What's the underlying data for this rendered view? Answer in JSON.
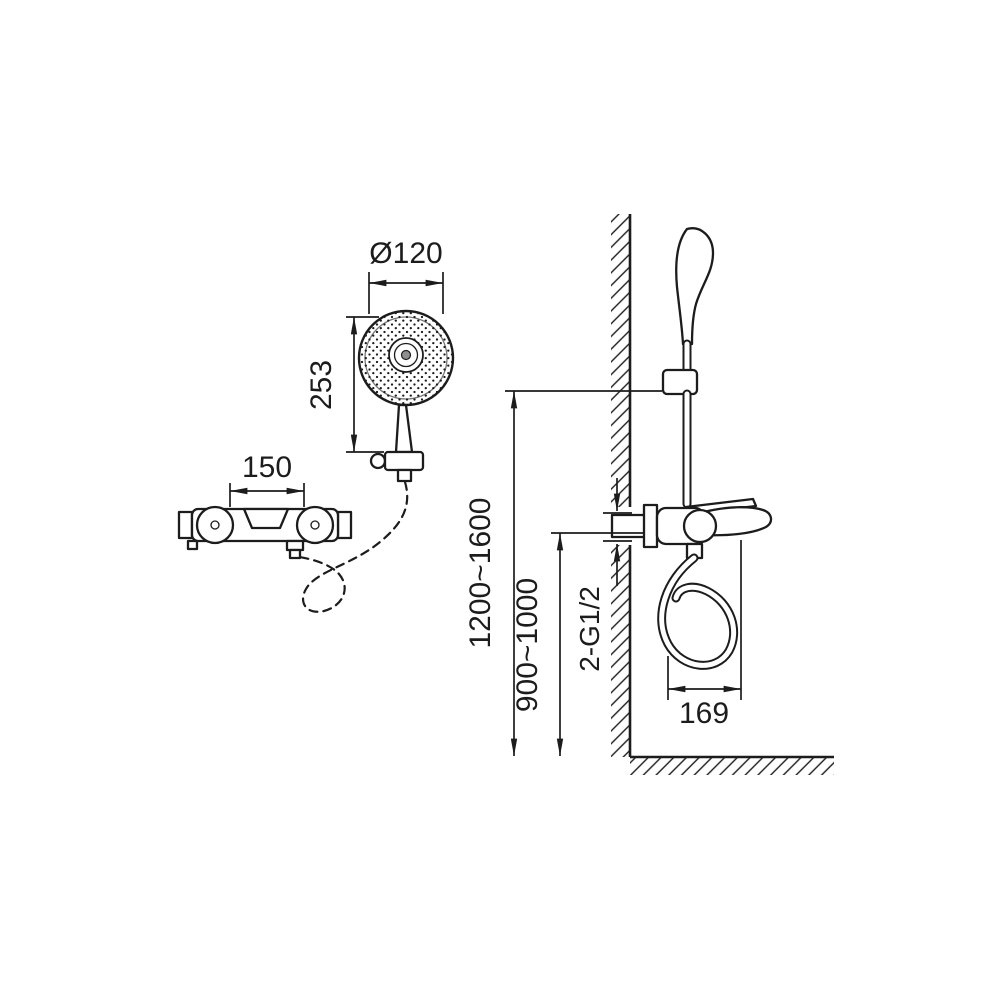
{
  "drawing": {
    "type": "installation-dimension-diagram",
    "subject": "wall-mounted bath/shower mixer with hand shower set",
    "colors": {
      "line": "#1c1c1c",
      "background": "#ffffff"
    },
    "labels": {
      "head_diameter": "Ø120",
      "head_length": "253",
      "valve_spacing": "150",
      "holder_height_range": "1200~1600",
      "valve_height_range": "900~1000",
      "connection_size": "2-G1/2",
      "spout_reach": "169"
    }
  }
}
